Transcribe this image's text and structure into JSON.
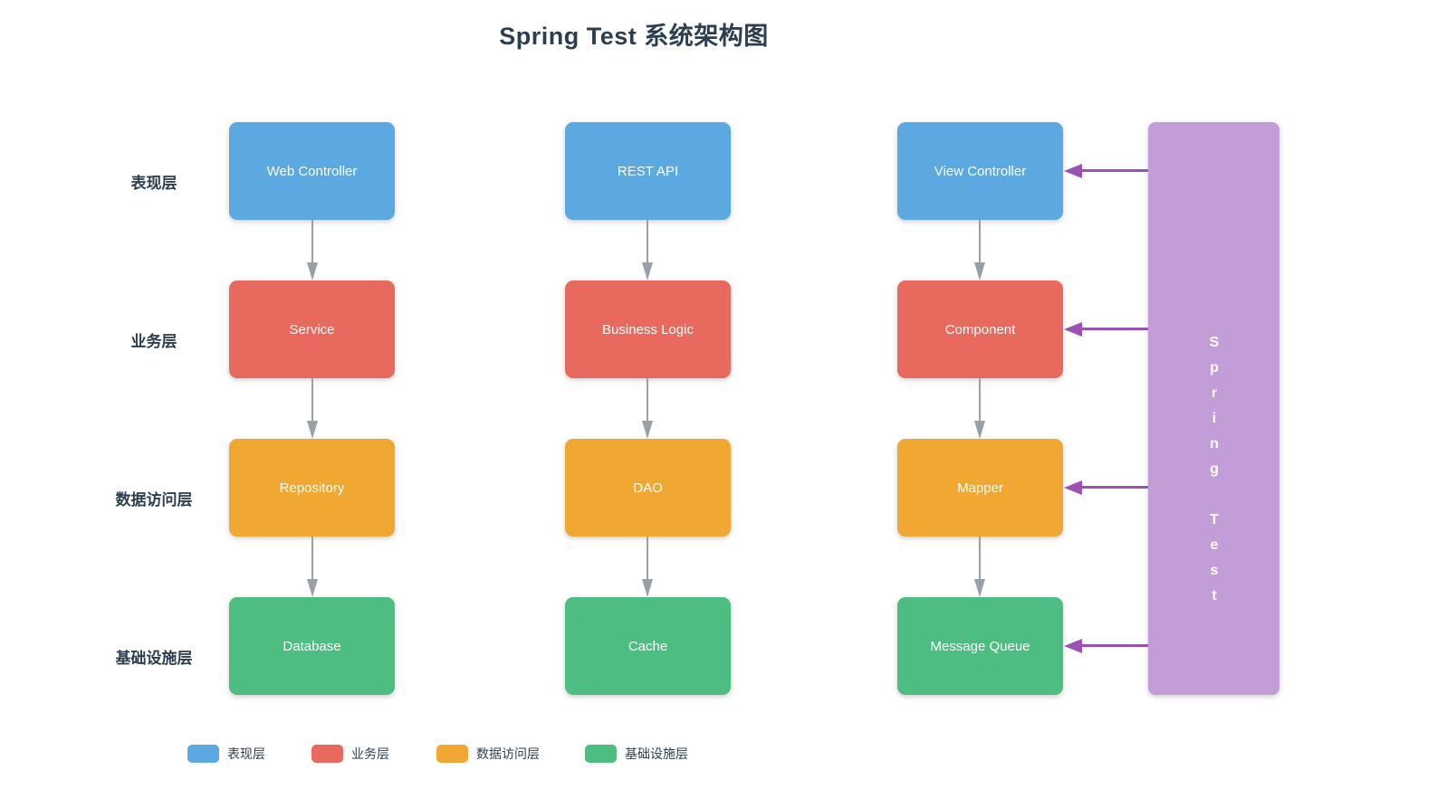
{
  "title": "Spring Test 系统架构图",
  "row_labels": [
    {
      "label": "表现层"
    },
    {
      "label": "业务层"
    },
    {
      "label": "数据访问层"
    },
    {
      "label": "基础设施层"
    }
  ],
  "columns": [
    {
      "boxes": [
        {
          "label": "Web Controller"
        },
        {
          "label": "Service"
        },
        {
          "label": "Repository"
        },
        {
          "label": "Database"
        }
      ]
    },
    {
      "boxes": [
        {
          "label": "REST API"
        },
        {
          "label": "Business Logic"
        },
        {
          "label": "DAO"
        },
        {
          "label": "Cache"
        }
      ]
    },
    {
      "boxes": [
        {
          "label": "View Controller"
        },
        {
          "label": "Component"
        },
        {
          "label": "Mapper"
        },
        {
          "label": "Message Queue"
        }
      ]
    }
  ],
  "side_panel": {
    "label": "Spring Test"
  },
  "flows": [
    {
      "from": "Web Controller",
      "to": "Service"
    },
    {
      "from": "Service",
      "to": "Repository"
    },
    {
      "from": "Repository",
      "to": "Database"
    },
    {
      "from": "REST API",
      "to": "Business Logic"
    },
    {
      "from": "Business Logic",
      "to": "DAO"
    },
    {
      "from": "DAO",
      "to": "Cache"
    },
    {
      "from": "View Controller",
      "to": "Component"
    },
    {
      "from": "Component",
      "to": "Mapper"
    },
    {
      "from": "Mapper",
      "to": "Message Queue"
    },
    {
      "from": "Spring Test",
      "to": "View Controller"
    },
    {
      "from": "Spring Test",
      "to": "Component"
    },
    {
      "from": "Spring Test",
      "to": "Mapper"
    },
    {
      "from": "Spring Test",
      "to": "Message Queue"
    }
  ],
  "legend": [
    {
      "label": "表现层",
      "color": "#5BA9E0"
    },
    {
      "label": "业务层",
      "color": "#E86A5F"
    },
    {
      "label": "数据访问层",
      "color": "#F0A832"
    },
    {
      "label": "基础设施层",
      "color": "#4EBD82"
    }
  ],
  "colors": {
    "presentation_layer": "#5BA9E0",
    "business_layer": "#E86A5F",
    "data_access_layer": "#F0A832",
    "infrastructure_layer": "#4EBD82",
    "spring_test_panel": "#C29DD8",
    "spring_test_arrow": "#9C51B5",
    "flow_arrow": "#96A0A6",
    "heading_text": "#2C3E50",
    "node_text": "#FFFFFF",
    "background": "#FFFFFF"
  }
}
